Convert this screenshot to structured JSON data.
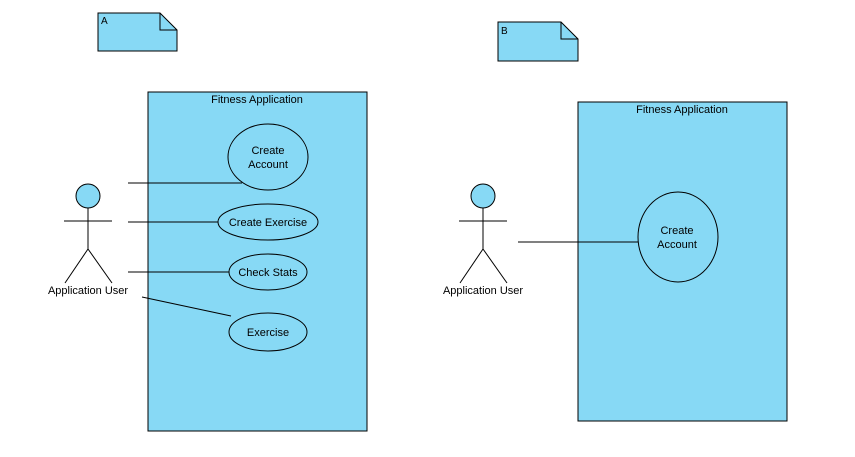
{
  "colors": {
    "fill": "#87d9f5",
    "stroke": "#000000",
    "background": "#ffffff"
  },
  "diagram_a": {
    "note_label": "A",
    "system_title": "Fitness Application",
    "actor_label": "Application User",
    "use_cases": {
      "create_account_line1": "Create",
      "create_account_line2": "Account",
      "create_exercise": "Create Exercise",
      "check_stats": "Check Stats",
      "exercise": "Exercise"
    }
  },
  "diagram_b": {
    "note_label": "B",
    "system_title": "Fitness Application",
    "actor_label": "Application User",
    "use_cases": {
      "create_account_line1": "Create",
      "create_account_line2": "Account"
    }
  }
}
